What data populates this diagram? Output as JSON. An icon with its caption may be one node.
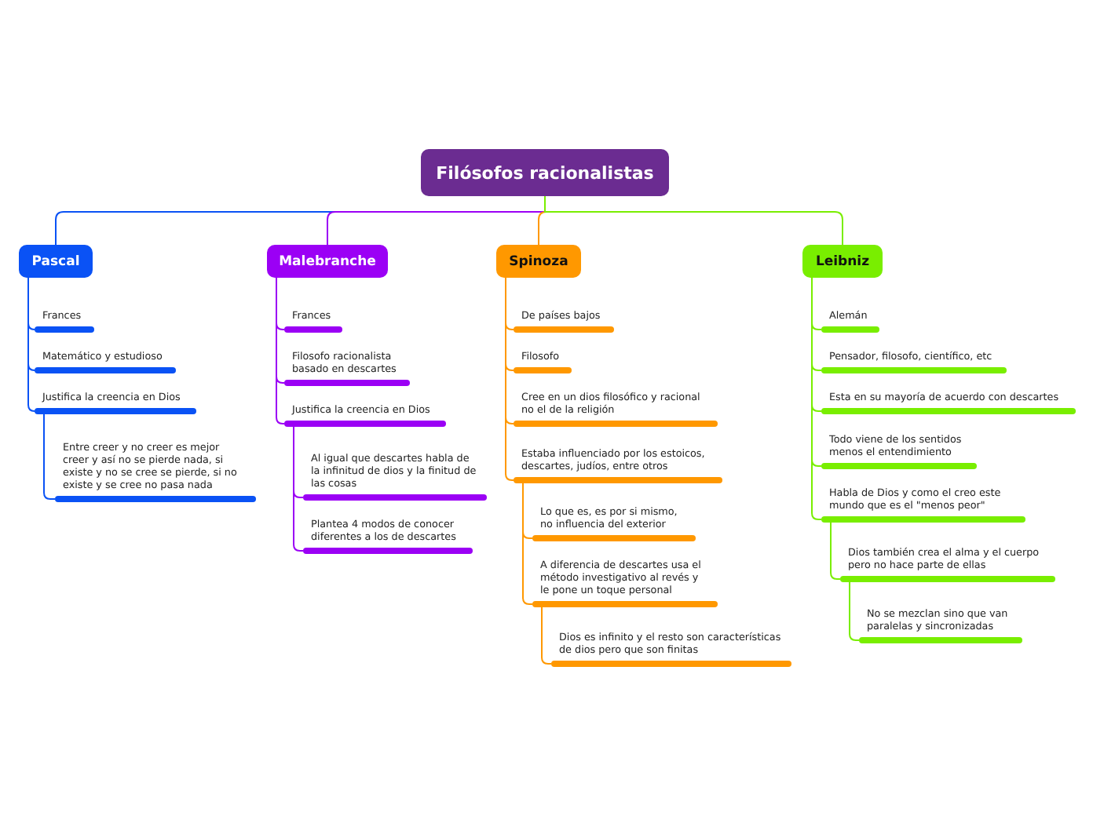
{
  "diagram": {
    "nodes": [
      {
        "text": [
          "Filósofos racionalistas"
        ]
      },
      {
        "text": [
          "Pascal"
        ]
      },
      {
        "text": [
          "Frances"
        ]
      },
      {
        "text": [
          "Matemático y estudioso"
        ]
      },
      {
        "text": [
          "Justifica la creencia en Dios"
        ]
      },
      {
        "text": [
          "Entre creer y no creer es mejor creer y así no se pierde nada, si existe y no se cree se pierde, si no existe y se cree no pasa nada"
        ]
      },
      {
        "text": [
          "Malebranche"
        ]
      },
      {
        "text": [
          "Frances"
        ]
      },
      {
        "text": [
          "Filosofo racionalista basado en descartes"
        ]
      },
      {
        "text": [
          "Justifica la creencia en Dios"
        ]
      },
      {
        "text": [
          "Al igual que descartes habla de la infinitud de dios y la finitud de las cosas"
        ]
      },
      {
        "text": [
          "Plantea 4 modos de conocer diferentes a los de descartes"
        ]
      },
      {
        "text": [
          "Spinoza"
        ]
      },
      {
        "text": [
          "De países bajos"
        ]
      },
      {
        "text": [
          "Filosofo"
        ]
      },
      {
        "text": [
          "Cree en un dios filosófico y racional no el de la religión"
        ]
      },
      {
        "text": [
          "Estaba influenciado por los estoicos, descartes, judíos, entre otros"
        ]
      },
      {
        "text": [
          "Lo que es, es por si mismo, no influencia del exterior"
        ]
      },
      {
        "text": [
          "A diferencia de descartes usa el método investigativo al revés y le pone un toque personal"
        ]
      },
      {
        "text": [
          "Dios es infinito y el resto son características de dios pero que son finitas"
        ]
      },
      {
        "text": [
          "Leibniz"
        ]
      },
      {
        "text": [
          "Alemán"
        ]
      },
      {
        "text": [
          "Pensador, filosofo, científico, etc"
        ]
      },
      {
        "text": [
          "Esta en su mayoría de acuerdo con descartes"
        ]
      },
      {
        "text": [
          "Todo viene de los sentidos menos el entendimiento"
        ]
      },
      {
        "text": [
          "Habla de Dios y como el creo este mundo que es el \"menos peor\""
        ]
      },
      {
        "text": [
          "Dios también crea el alma y el cuerpo pero no hace parte de ellas"
        ]
      },
      {
        "text": [
          "No se mezclan sino que van paralelas y sincronizadas"
        ]
      }
    ],
    "edges": [
      {
        "from": 0,
        "to": 1,
        "arrow": "none",
        "color": "#0a52f5"
      },
      {
        "from": 0,
        "to": 6,
        "arrow": "none",
        "color": "#9b00f5"
      },
      {
        "from": 0,
        "to": 12,
        "arrow": "none",
        "color": "#ff9800"
      },
      {
        "from": 0,
        "to": 20,
        "arrow": "none",
        "color": "#79ee00"
      },
      {
        "from": 1,
        "to": 2,
        "arrow": "none",
        "color": "#0a52f5"
      },
      {
        "from": 1,
        "to": 3,
        "arrow": "none",
        "color": "#0a52f5"
      },
      {
        "from": 1,
        "to": 4,
        "arrow": "none",
        "color": "#0a52f5"
      },
      {
        "from": 4,
        "to": 5,
        "arrow": "none",
        "color": "#0a52f5"
      },
      {
        "from": 6,
        "to": 7,
        "arrow": "none",
        "color": "#9b00f5"
      },
      {
        "from": 6,
        "to": 8,
        "arrow": "none",
        "color": "#9b00f5"
      },
      {
        "from": 6,
        "to": 9,
        "arrow": "none",
        "color": "#9b00f5"
      },
      {
        "from": 9,
        "to": 10,
        "arrow": "none",
        "color": "#9b00f5"
      },
      {
        "from": 9,
        "to": 11,
        "arrow": "none",
        "color": "#9b00f5"
      },
      {
        "from": 12,
        "to": 13,
        "arrow": "none",
        "color": "#ff9800"
      },
      {
        "from": 12,
        "to": 14,
        "arrow": "none",
        "color": "#ff9800"
      },
      {
        "from": 12,
        "to": 15,
        "arrow": "none",
        "color": "#ff9800"
      },
      {
        "from": 12,
        "to": 16,
        "arrow": "none",
        "color": "#ff9800"
      },
      {
        "from": 16,
        "to": 17,
        "arrow": "none",
        "color": "#ff9800"
      },
      {
        "from": 16,
        "to": 18,
        "arrow": "none",
        "color": "#ff9800"
      },
      {
        "from": 18,
        "to": 19,
        "arrow": "none",
        "color": "#ff9800"
      },
      {
        "from": 20,
        "to": 21,
        "arrow": "none",
        "color": "#79ee00"
      },
      {
        "from": 20,
        "to": 22,
        "arrow": "none",
        "color": "#79ee00"
      },
      {
        "from": 20,
        "to": 23,
        "arrow": "none",
        "color": "#79ee00"
      },
      {
        "from": 20,
        "to": 24,
        "arrow": "none",
        "color": "#79ee00"
      },
      {
        "from": 20,
        "to": 25,
        "arrow": "none",
        "color": "#79ee00"
      },
      {
        "from": 25,
        "to": 26,
        "arrow": "none",
        "color": "#79ee00"
      },
      {
        "from": 26,
        "to": 27,
        "arrow": "none",
        "color": "#79ee00"
      }
    ]
  }
}
